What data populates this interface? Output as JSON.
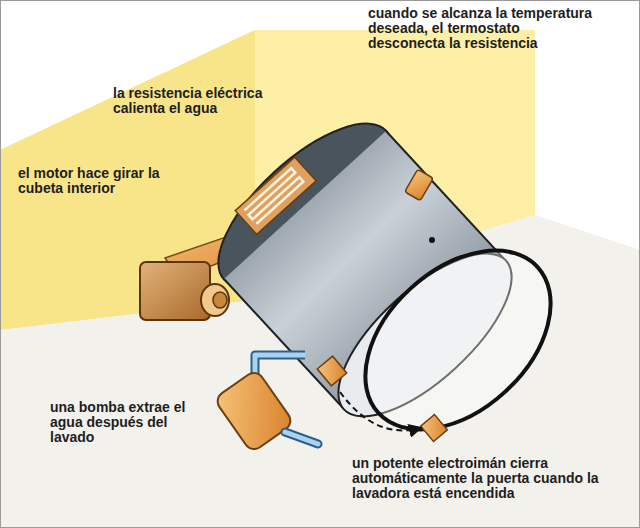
{
  "diagram": {
    "labels": [
      "cuando se alcanza la temperatura deseada, el termostato desconecta la resistencia",
      "la resistencia eléctrica calienta el agua",
      "el motor hace girar la cubeta interior",
      "una bomba extrae el agua después del lavado",
      "un potente electroimán cierra automáticamente la puerta cuando la lavadora está encendida"
    ]
  }
}
